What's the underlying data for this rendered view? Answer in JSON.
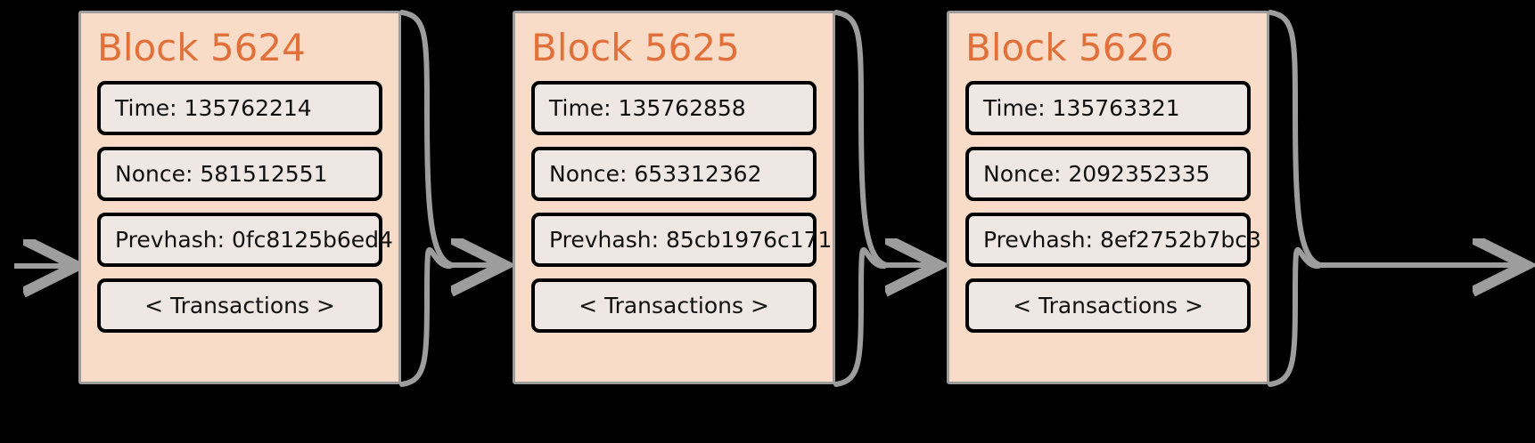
{
  "canvas": {
    "background": "#000000",
    "block_fill": "#f8dcc8",
    "block_border": "#9d9d9d",
    "field_fill": "#efe7e4",
    "field_border": "#000000",
    "title_color": "#e2703a",
    "connector_color": "#9d9d9d"
  },
  "blocks": [
    {
      "title": "Block 5624",
      "fields": [
        {
          "text": "Time: 135762214",
          "align": "left",
          "name": "time"
        },
        {
          "text": "Nonce: 581512551",
          "align": "left",
          "name": "nonce"
        },
        {
          "text": "Prevhash: 0fc8125b6ed4",
          "align": "left",
          "name": "prevhash"
        },
        {
          "text": "< Transactions >",
          "align": "center",
          "name": "transactions"
        }
      ]
    },
    {
      "title": "Block 5625",
      "fields": [
        {
          "text": "Time: 135762858",
          "align": "left",
          "name": "time"
        },
        {
          "text": "Nonce: 653312362",
          "align": "left",
          "name": "nonce"
        },
        {
          "text": "Prevhash: 85cb1976c171",
          "align": "left",
          "name": "prevhash"
        },
        {
          "text": "< Transactions >",
          "align": "center",
          "name": "transactions"
        }
      ]
    },
    {
      "title": "Block 5626",
      "fields": [
        {
          "text": "Time: 135763321",
          "align": "left",
          "name": "time"
        },
        {
          "text": "Nonce: 2092352335",
          "align": "left",
          "name": "nonce"
        },
        {
          "text": "Prevhash: 8ef2752b7bc3",
          "align": "left",
          "name": "prevhash"
        },
        {
          "text": "< Transactions >",
          "align": "center",
          "name": "transactions"
        }
      ]
    }
  ],
  "connectors": [
    {
      "name": "incoming-arrow",
      "kind": "arrow"
    },
    {
      "name": "chain-link-1",
      "kind": "brace"
    },
    {
      "name": "chain-link-2",
      "kind": "brace"
    },
    {
      "name": "chain-link-3",
      "kind": "brace"
    }
  ]
}
